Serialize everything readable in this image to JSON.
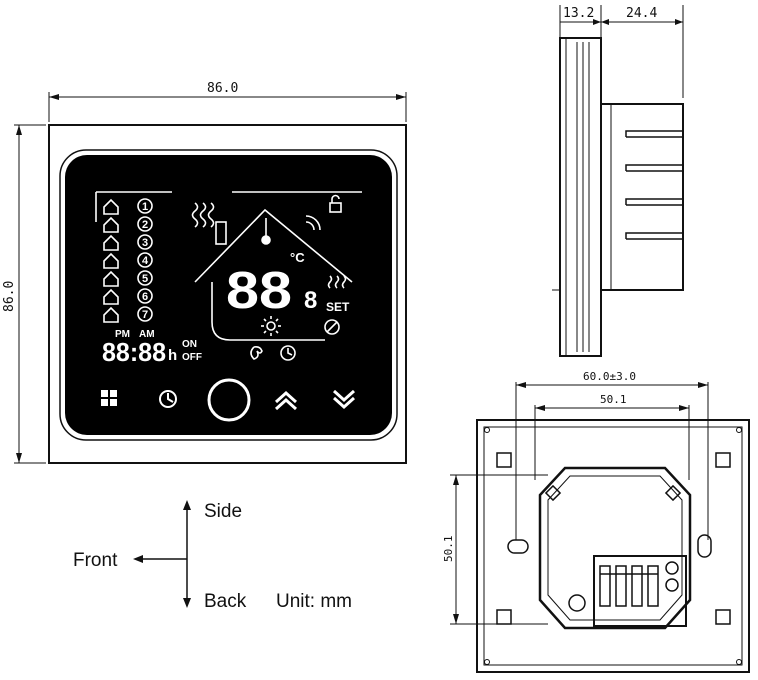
{
  "dimensions": {
    "front_width": "86.0",
    "front_height": "86.0",
    "side_front_depth": "13.2",
    "side_back_depth": "24.4",
    "back_outer_width": "60.0±3.0",
    "back_inner_width": "50.1",
    "back_height": "50.1"
  },
  "display": {
    "pm": "PM",
    "am": "AM",
    "clock_digits": "88:88",
    "hour_suffix": "h",
    "on": "ON",
    "off": "OFF",
    "set": "SET",
    "temp_digits": "88",
    "temp_decimal": "8",
    "celsius": "°C",
    "program_numbers": [
      "1",
      "2",
      "3",
      "4",
      "5",
      "6",
      "7"
    ]
  },
  "buttons": [
    {
      "name": "menu-button",
      "icon": "grid-icon"
    },
    {
      "name": "clock-button",
      "icon": "clock-icon"
    },
    {
      "name": "power-button",
      "icon": "power-ring-icon"
    },
    {
      "name": "up-button",
      "icon": "chevron-up-icon"
    },
    {
      "name": "down-button",
      "icon": "chevron-down-icon"
    }
  ],
  "legend": {
    "side": "Side",
    "front": "Front",
    "back": "Back",
    "unit": "Unit: mm"
  },
  "colors": {
    "line": "#111111",
    "lcd_background": "#000000",
    "paper": "#ffffff"
  }
}
